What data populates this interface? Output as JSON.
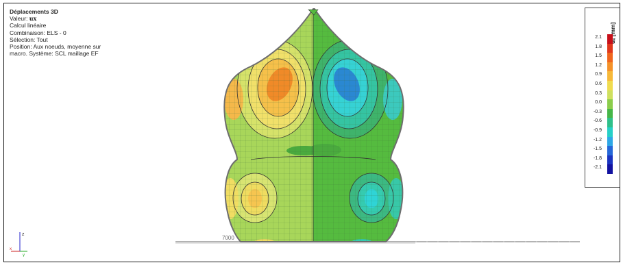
{
  "info": {
    "title": "Déplacements 3D",
    "valeur_label": "Valeur:",
    "valeur_value": "ux",
    "calcul": "Calcul linéaire",
    "combinaison": "Combinaison: ELS - 0",
    "selection": "Sélection: Tout",
    "position_line1": "Position: Aux noeuds, moyenne sur",
    "position_line2": "macro. Système: SCL maillage EF"
  },
  "legend": {
    "unit": "uₓ [mm]",
    "items": [
      {
        "label": "2.1",
        "color": "#c8101a"
      },
      {
        "label": "1.8",
        "color": "#e0381c"
      },
      {
        "label": "1.5",
        "color": "#f0661e"
      },
      {
        "label": "1.2",
        "color": "#f5922a"
      },
      {
        "label": "0.9",
        "color": "#f7b93a"
      },
      {
        "label": "0.6",
        "color": "#f0dc50"
      },
      {
        "label": "0.3",
        "color": "#cfe060"
      },
      {
        "label": "0.0",
        "color": "#8ccd4c"
      },
      {
        "label": "-0.3",
        "color": "#46b648"
      },
      {
        "label": "-0.6",
        "color": "#2fc08a"
      },
      {
        "label": "-0.9",
        "color": "#27d0c8"
      },
      {
        "label": "-1.2",
        "color": "#2fa8e6"
      },
      {
        "label": "-1.5",
        "color": "#2668d8"
      },
      {
        "label": "-1.8",
        "color": "#1a34c0"
      },
      {
        "label": "-2.1",
        "color": "#1212a0"
      }
    ]
  },
  "model": {
    "dimension_label": "7000"
  },
  "axes": {
    "z_label": "z",
    "x_label": "x",
    "y_label": "y"
  }
}
